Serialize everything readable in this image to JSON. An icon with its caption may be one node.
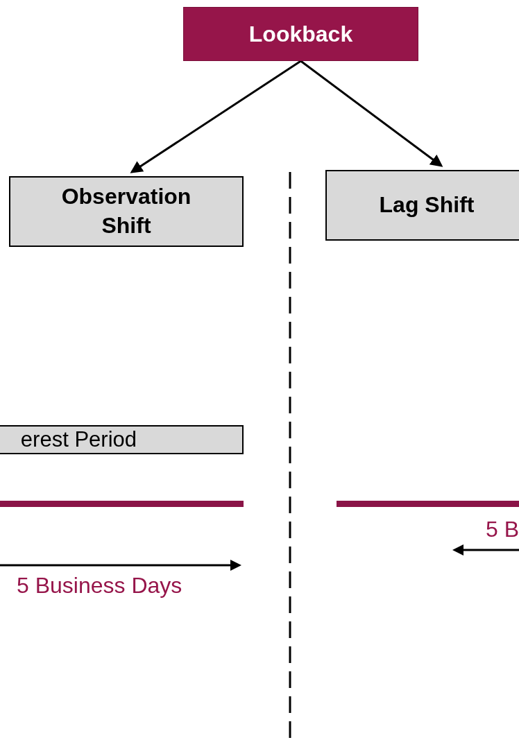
{
  "diagram": {
    "nodes": [
      {
        "text": [
          "Lookback"
        ]
      },
      {
        "text": [
          "Observation Shift"
        ]
      },
      {
        "text": [
          "Lag Shift"
        ]
      },
      {
        "text": [
          "erest Period"
        ]
      }
    ],
    "edges": [
      {
        "from": 0,
        "to": 1,
        "arrow": "to"
      },
      {
        "from": 0,
        "to": 2,
        "arrow": "to"
      }
    ],
    "labels": [
      "5 Business Days",
      "5 B"
    ]
  }
}
